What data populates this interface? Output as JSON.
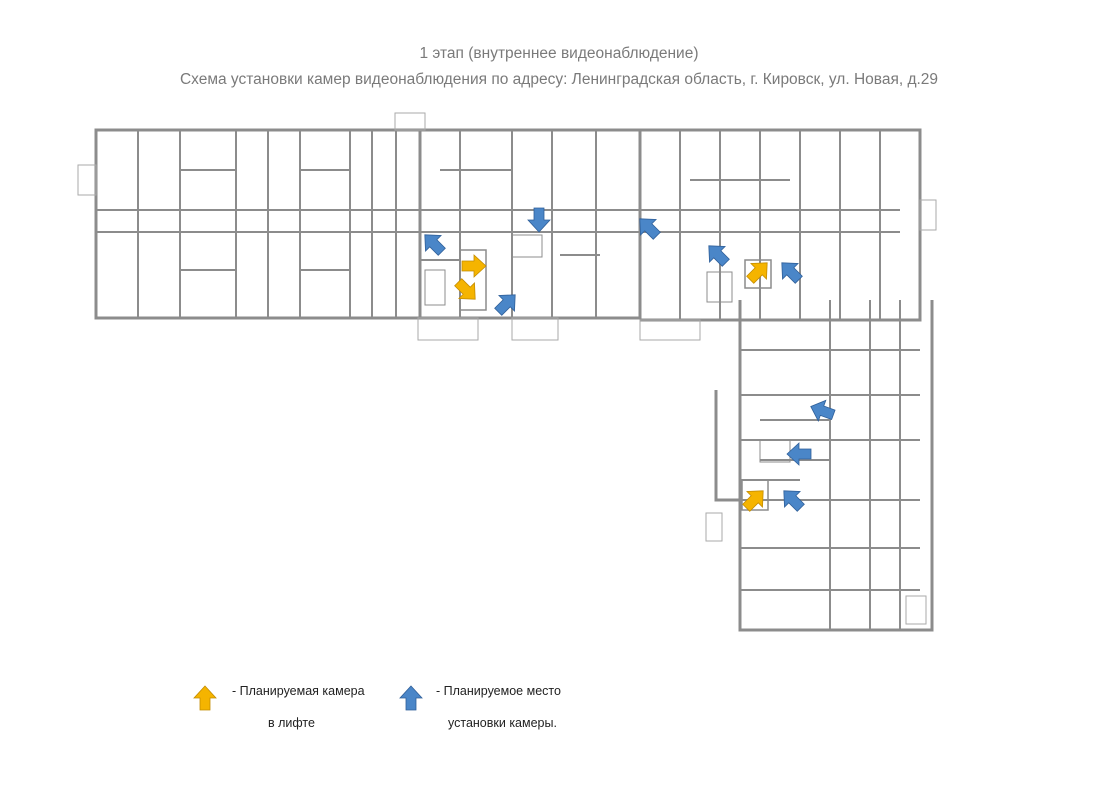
{
  "header": {
    "line1": "1 этап (внутреннее видеонаблюдение)",
    "line2": "Схема установки камер видеонаблюдения по адресу: Ленинградская область, г. Кировск, ул. Новая, д.29"
  },
  "colors": {
    "wall": "#8c8c8c",
    "elevator_camera": "#f5b400",
    "camera_location": "#4a86c8"
  },
  "legend": {
    "elevator_camera": {
      "line1": "- Планируемая камера",
      "line2": "в лифте",
      "icon": "arrow-up-yellow-icon"
    },
    "camera_location": {
      "line1": "- Планируемое место",
      "line2": "установки камеры.",
      "icon": "arrow-up-blue-icon"
    }
  }
}
